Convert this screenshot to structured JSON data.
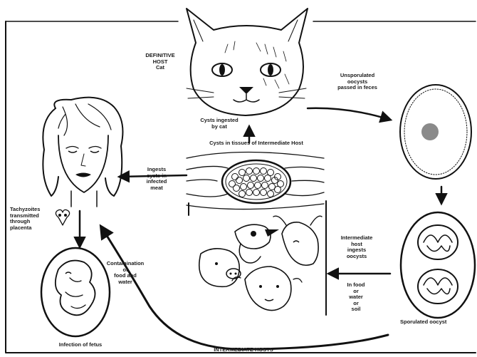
{
  "labels": {
    "definitive_host": "DEFINITIVE\nHOST\nCat",
    "unsporulated": "Unsporulated\noocysts\npassed in feces",
    "cysts_ingested": "Cysts ingested\nby cat",
    "cysts_in_tissues": "Cysts in tissues of Intermediate Host",
    "ingests_cysts": "Ingests\ncysts in\ninfected\nmeat",
    "tachyzoites": "Tachyzoites\ntransmitted\nthrough\nplacenta",
    "intermediate_host_ingests": "Intermediate\nhost\ningests\noocysts",
    "in_food": "In food\nor\nwater\nor\nsoil",
    "contamination": "Contamination\nof\nfood and\nwater",
    "infection_fetus": "Infection of fetus",
    "intermediate_hosts": "INTERMEDIATE HOSTS",
    "sporulated": "Sporulated oocyst"
  }
}
